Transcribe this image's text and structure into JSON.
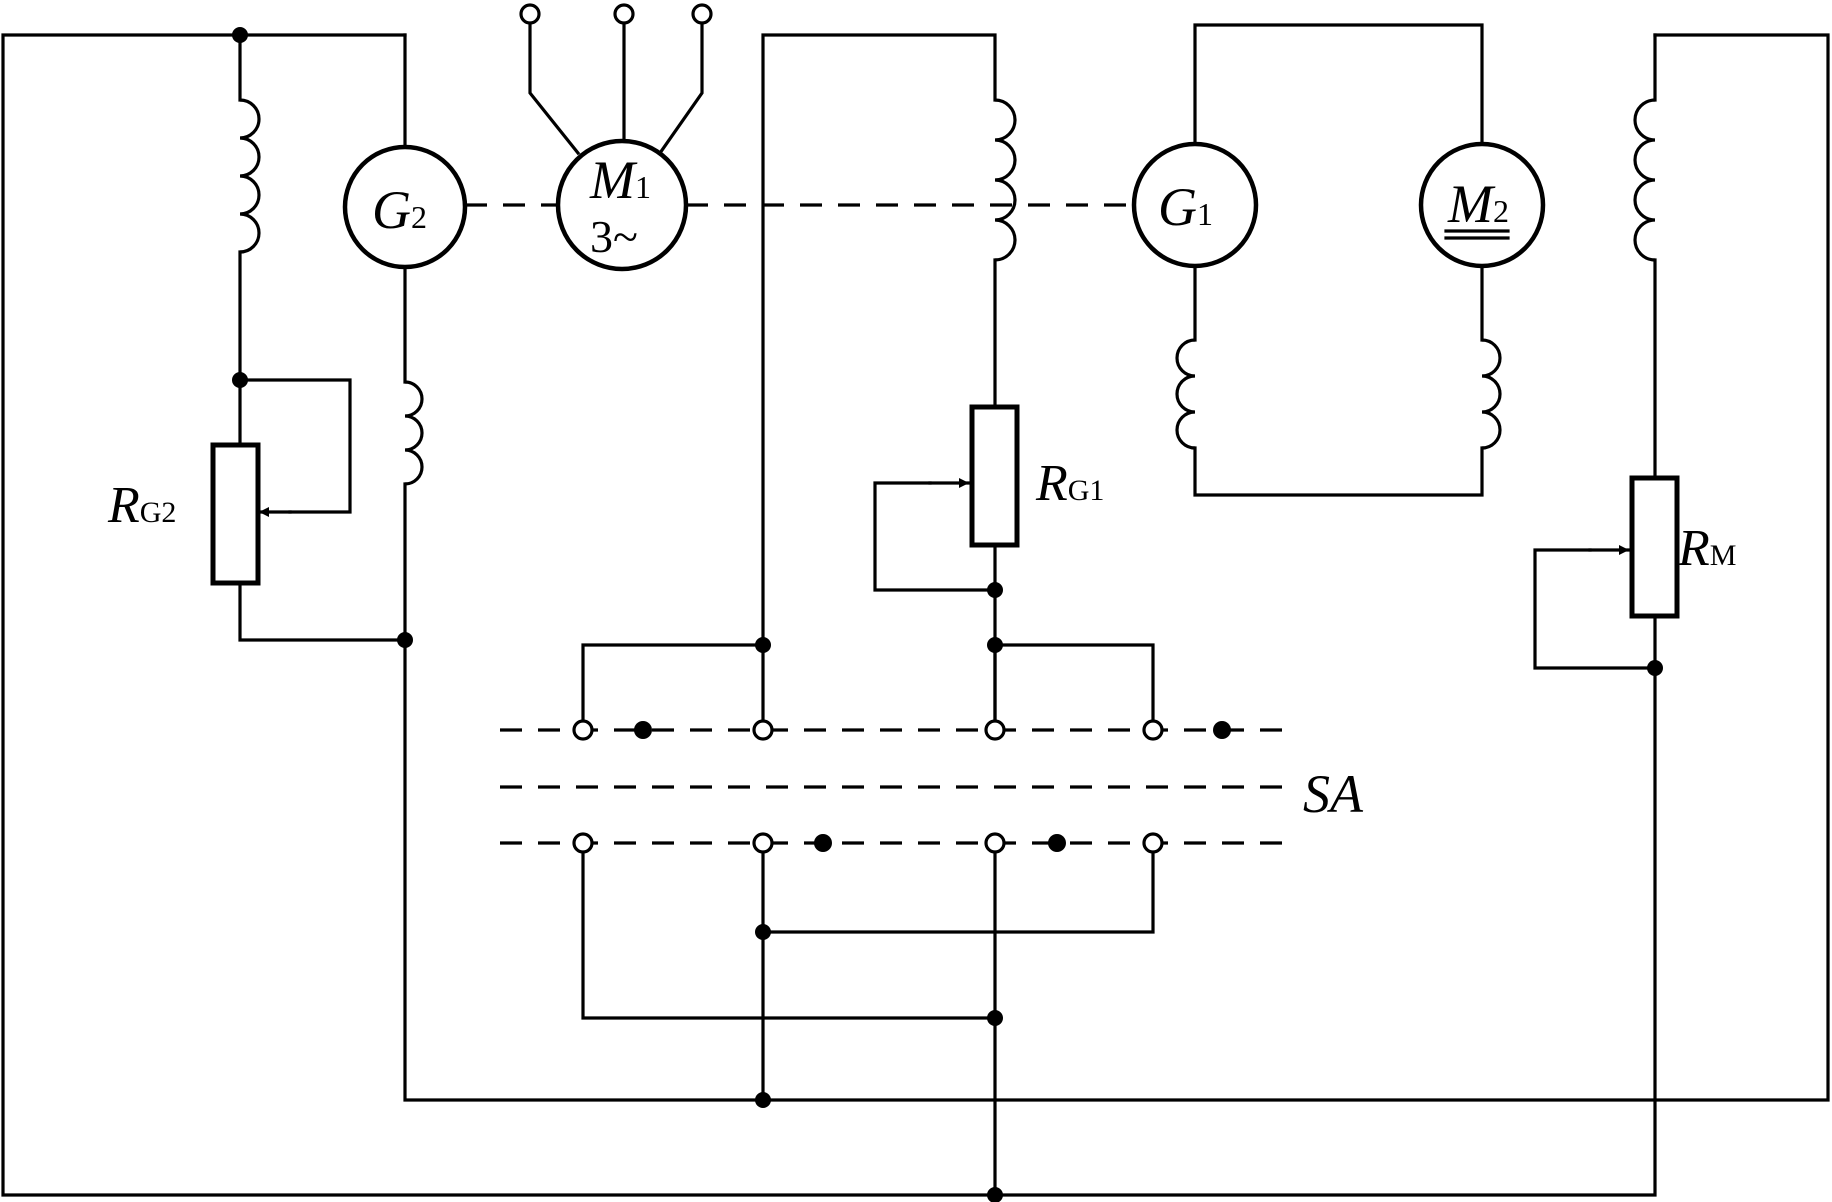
{
  "diagram": {
    "machines": {
      "g2": {
        "letter": "G",
        "sub": "2"
      },
      "m1": {
        "letter": "M",
        "sub": "1",
        "line2": "3~"
      },
      "g1": {
        "letter": "G",
        "sub": "1"
      },
      "m2": {
        "letter": "M",
        "sub": "2"
      }
    },
    "resistors": {
      "rg2": {
        "letter": "R",
        "sub": "G2"
      },
      "rg1": {
        "letter": "R",
        "sub": "G1"
      },
      "rm": {
        "letter": "R",
        "sub": "M"
      }
    },
    "switch": {
      "label": "SA"
    }
  }
}
